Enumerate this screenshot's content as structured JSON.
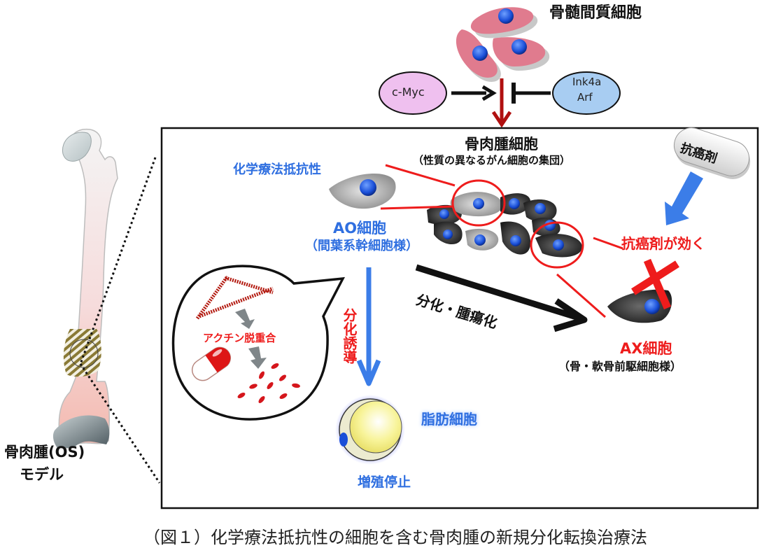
{
  "title_caption": "（図１）化学療法抵抗性の細胞を含む骨肉腫の新規分化転換治療法",
  "top": {
    "stromal_cells_label": "骨髄間質細胞",
    "cmyc_label": "c-Myc",
    "ink4a_label_line1": "Ink4a",
    "ink4a_label_line2": "Arf"
  },
  "bone": {
    "label_line1": "骨肉腫(OS)",
    "label_line2": "モデル"
  },
  "panel": {
    "os_cells_title": "骨肉腫細胞",
    "os_cells_subtitle": "（性質の異なるがん細胞の集団）",
    "chemo_resistance_label": "化学療法抵抗性",
    "ao_cell_label": "AO細胞",
    "ao_cell_sublabel": "（間葉系幹細胞様）",
    "anticancer_drug_label": "抗癌剤",
    "drug_effective_label": "抗癌剤が効く",
    "differentiation_tumorigenesis_label": "分化・腫瘍化",
    "ax_cell_label": "AX細胞",
    "ax_cell_sublabel": "（骨・軟骨前駆細胞様）",
    "actin_label": "アクチン脱重合",
    "diff_induction_label": "分化誘導",
    "adipocyte_label": "脂肪細胞",
    "growth_arrest_label": "増殖停止"
  },
  "colors": {
    "blue_text": "#2f6fe0",
    "red_text": "#ee1c1c",
    "stromal_pink": "#e07b8e",
    "nucleus_blue": "#1a4fd8",
    "dark_cell": "#2b2b2b",
    "arrow_red": "#b01010"
  }
}
